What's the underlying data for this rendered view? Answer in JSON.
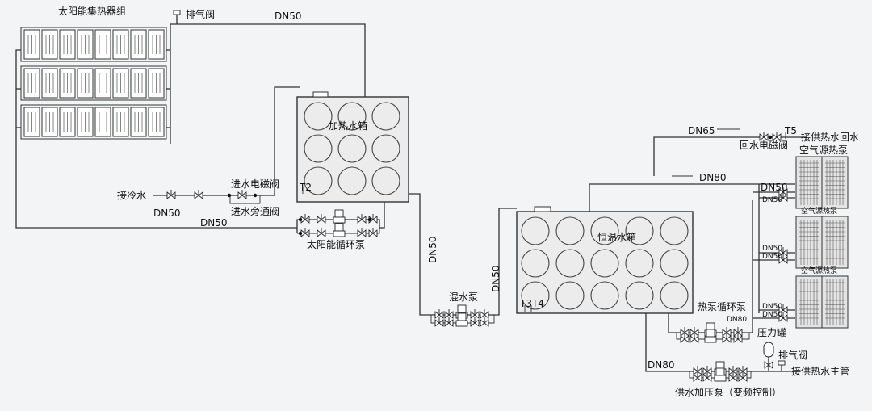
{
  "labels": {
    "solar_collector_group": "太阳能集热器组",
    "vent_valve_top": "排气阀",
    "dn50_top": "DN50",
    "heating_tank": "加热水箱",
    "inlet_solenoid_valve": "进水电磁阀",
    "inlet_bypass_valve": "进水旁通阀",
    "cold_water_inlet": "接冷水",
    "dn50_inlet": "DN50",
    "dn50_return": "DN50",
    "t2": "T2",
    "solar_circulation_pump": "太阳能循环泵",
    "dn50_vertical_mid": "DN50",
    "mixing_pump": "混水泵",
    "dn50_vertical_right": "DN50",
    "constant_temp_tank": "恒温水箱",
    "t3t4": "T3T4",
    "dn65": "DN65",
    "return_solenoid_valve": "回水电磁阀",
    "t5": "T5",
    "hot_water_return": "接供热水回水",
    "dn80_upper": "DN80",
    "air_source_heat_pump_1": "空气源热泵",
    "air_source_heat_pump_2": "空气源热泵",
    "air_source_heat_pump_3": "空气源热泵",
    "dn50_hp_top": "DN50",
    "dn50_hp_1b": "DN50",
    "dn50_hp_2a": "DN50",
    "dn50_hp_2b": "DN50",
    "dn50_hp_3a": "DN50",
    "dn50_hp_3b": "DN50",
    "heat_pump_circulation_pump": "热泵循环泵",
    "dn80_pump": "DN80",
    "pressure_tank": "压力罐",
    "vent_valve_bottom": "排气阀",
    "hot_water_main": "接供热水主管",
    "dn80_bottom": "DN80",
    "booster_pump": "供水加压泵（变频控制）"
  },
  "icons": {
    "valve": "bowtie-valve-icon",
    "pump": "pump-icon",
    "sensor": "temperature-sensor-icon",
    "vent": "air-vent-icon"
  },
  "colors": {
    "line": "#333333",
    "background": "#f3f4f6",
    "tank_fill": "#ececec"
  }
}
